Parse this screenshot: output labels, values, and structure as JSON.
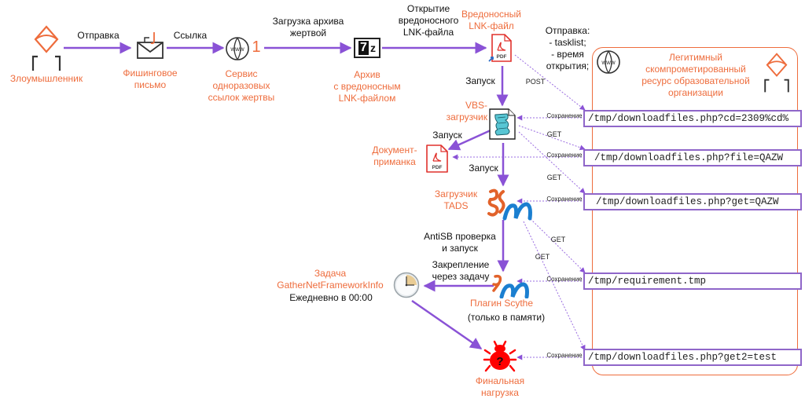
{
  "nodes": {
    "attacker": {
      "label": "Злоумышленник"
    },
    "phishing_email": {
      "label": "Фишинговое\nписьмо"
    },
    "link_service": {
      "label": "Сервис\nодноразовых\nссылок жертвы",
      "badge": "1"
    },
    "archive": {
      "label": "Архив\nс вредоносным\nLNK-файлом",
      "icon_text": "7z"
    },
    "lnk_file": {
      "label": "Вредоносный\nLNK-файл",
      "icon_text": "PDF"
    },
    "vbs_loader": {
      "label": "VBS-\nзагрузчик"
    },
    "decoy_doc": {
      "label": "Документ-\nприманка",
      "icon_text": "PDF"
    },
    "tads_loader": {
      "label": "Загрузчик\nTADS"
    },
    "scythe_plugin": {
      "label": "Плагин Scythe",
      "sublabel": "(только в памяти)"
    },
    "task": {
      "label": "Задача\nGatherNetFrameworkInfo",
      "sublabel": "Ежедневно в 00:00"
    },
    "final_payload": {
      "label": "Финальная\nнагрузка",
      "icon_text": "?"
    },
    "legit_resource": {
      "label": "Легитимный\nскомпрометированный\nресурс образовательной\nорганизации"
    }
  },
  "edges": {
    "send": "Отправка",
    "link": "Ссылка",
    "download_archive": "Загрузка архива\nжертвой",
    "open_lnk": "Открытие\nвредоносного\nLNK-файла",
    "exfil_note": "Отправка:\n- tasklist;\n- время\nоткрытия;",
    "launch_vbs": "Запуск",
    "launch_decoy": "Запуск",
    "launch_tads": "Запуск",
    "antisb": "AntiSB проверка\nи запуск",
    "persist": "Закрепление\nчерез задачу",
    "post": "POST",
    "get": "GET",
    "save": "Сохранение"
  },
  "urls": [
    "/tmp/downloadfiles.php?cd=2309%cd%",
    "/tmp/downloadfiles.php?file=QAZW",
    "/tmp/downloadfiles.php?get=QAZW",
    "/tmp/requirement.tmp",
    "/tmp/downloadfiles.php?get2=test"
  ],
  "colors": {
    "accent_orange": "#ee6c3c",
    "arrow_purple": "#8a52d6",
    "url_border": "#8f66c9",
    "icon_dark": "#333333",
    "pdf_red": "#e0312c",
    "bug_red": "#ff0000",
    "tads_orange": "#e2622a",
    "net_blue": "#1b7fd0"
  }
}
